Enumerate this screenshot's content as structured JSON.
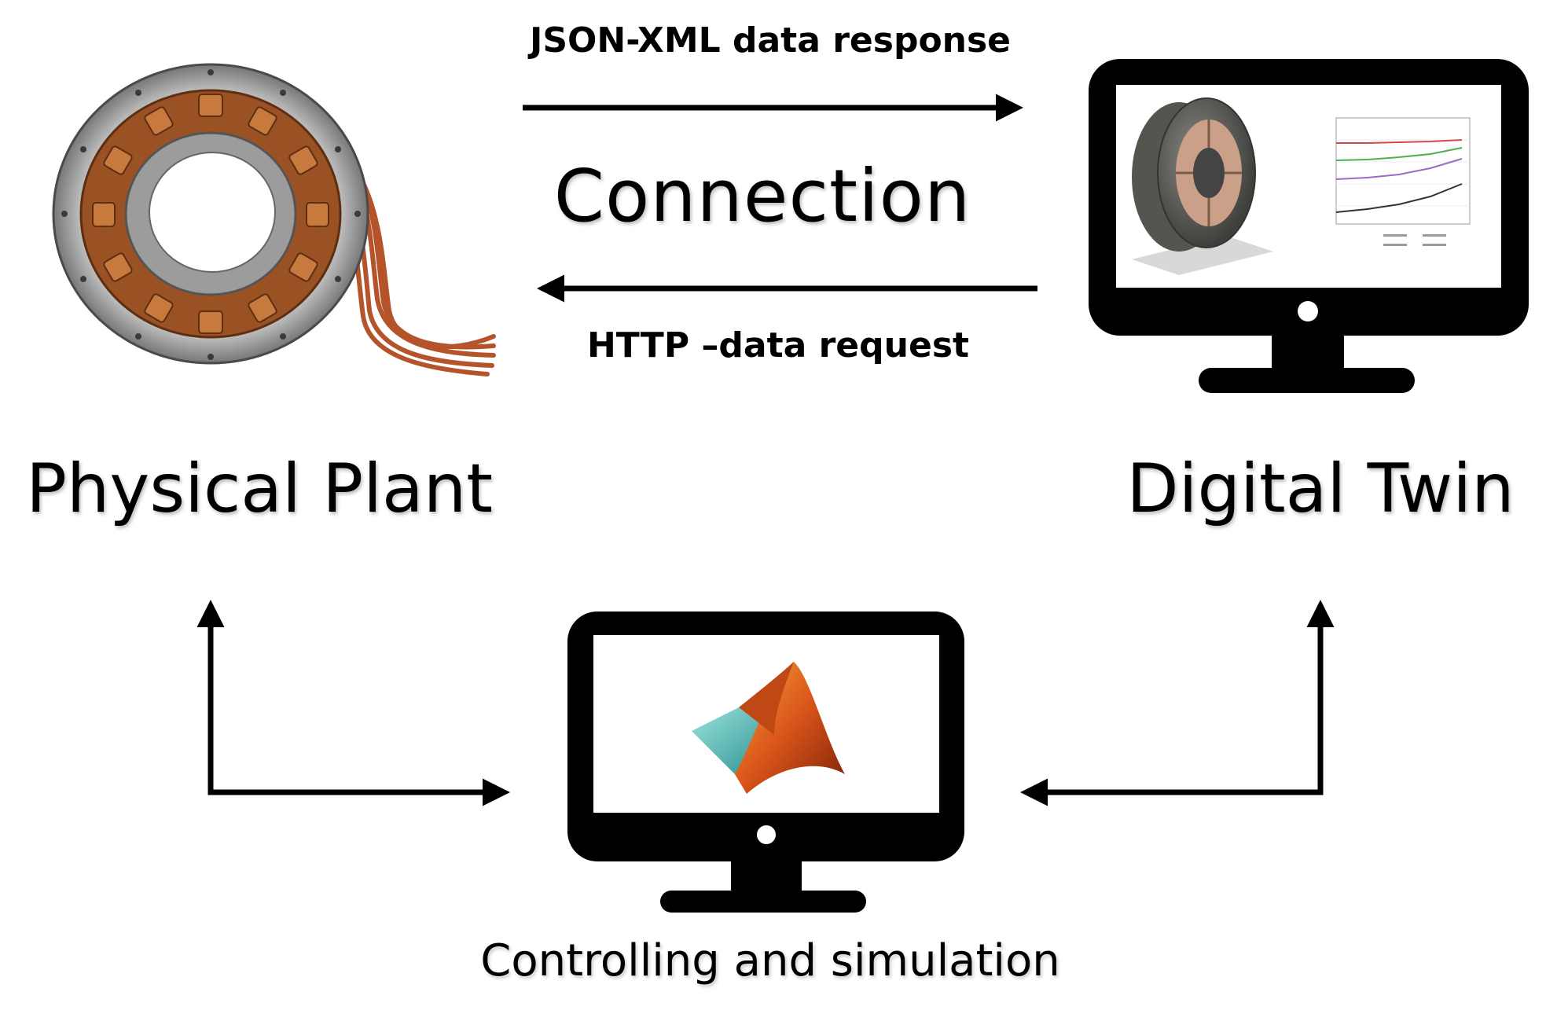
{
  "labels": {
    "response": "JSON-XML data response",
    "connection": "Connection",
    "request": "HTTP –data request",
    "physical_plant": "Physical Plant",
    "digital_twin": "Digital Twin",
    "controlling": "Controlling and simulation"
  },
  "icons": {
    "stator": "motor-stator-icon",
    "twin_monitor": "digital-twin-monitor-icon",
    "control_monitor": "matlab-monitor-icon"
  },
  "colors": {
    "line": "#000000",
    "copper": "#b5652d",
    "steel": "#8d8d8d",
    "matlab_orange": "#e0621a",
    "matlab_teal": "#3fb7b2"
  }
}
